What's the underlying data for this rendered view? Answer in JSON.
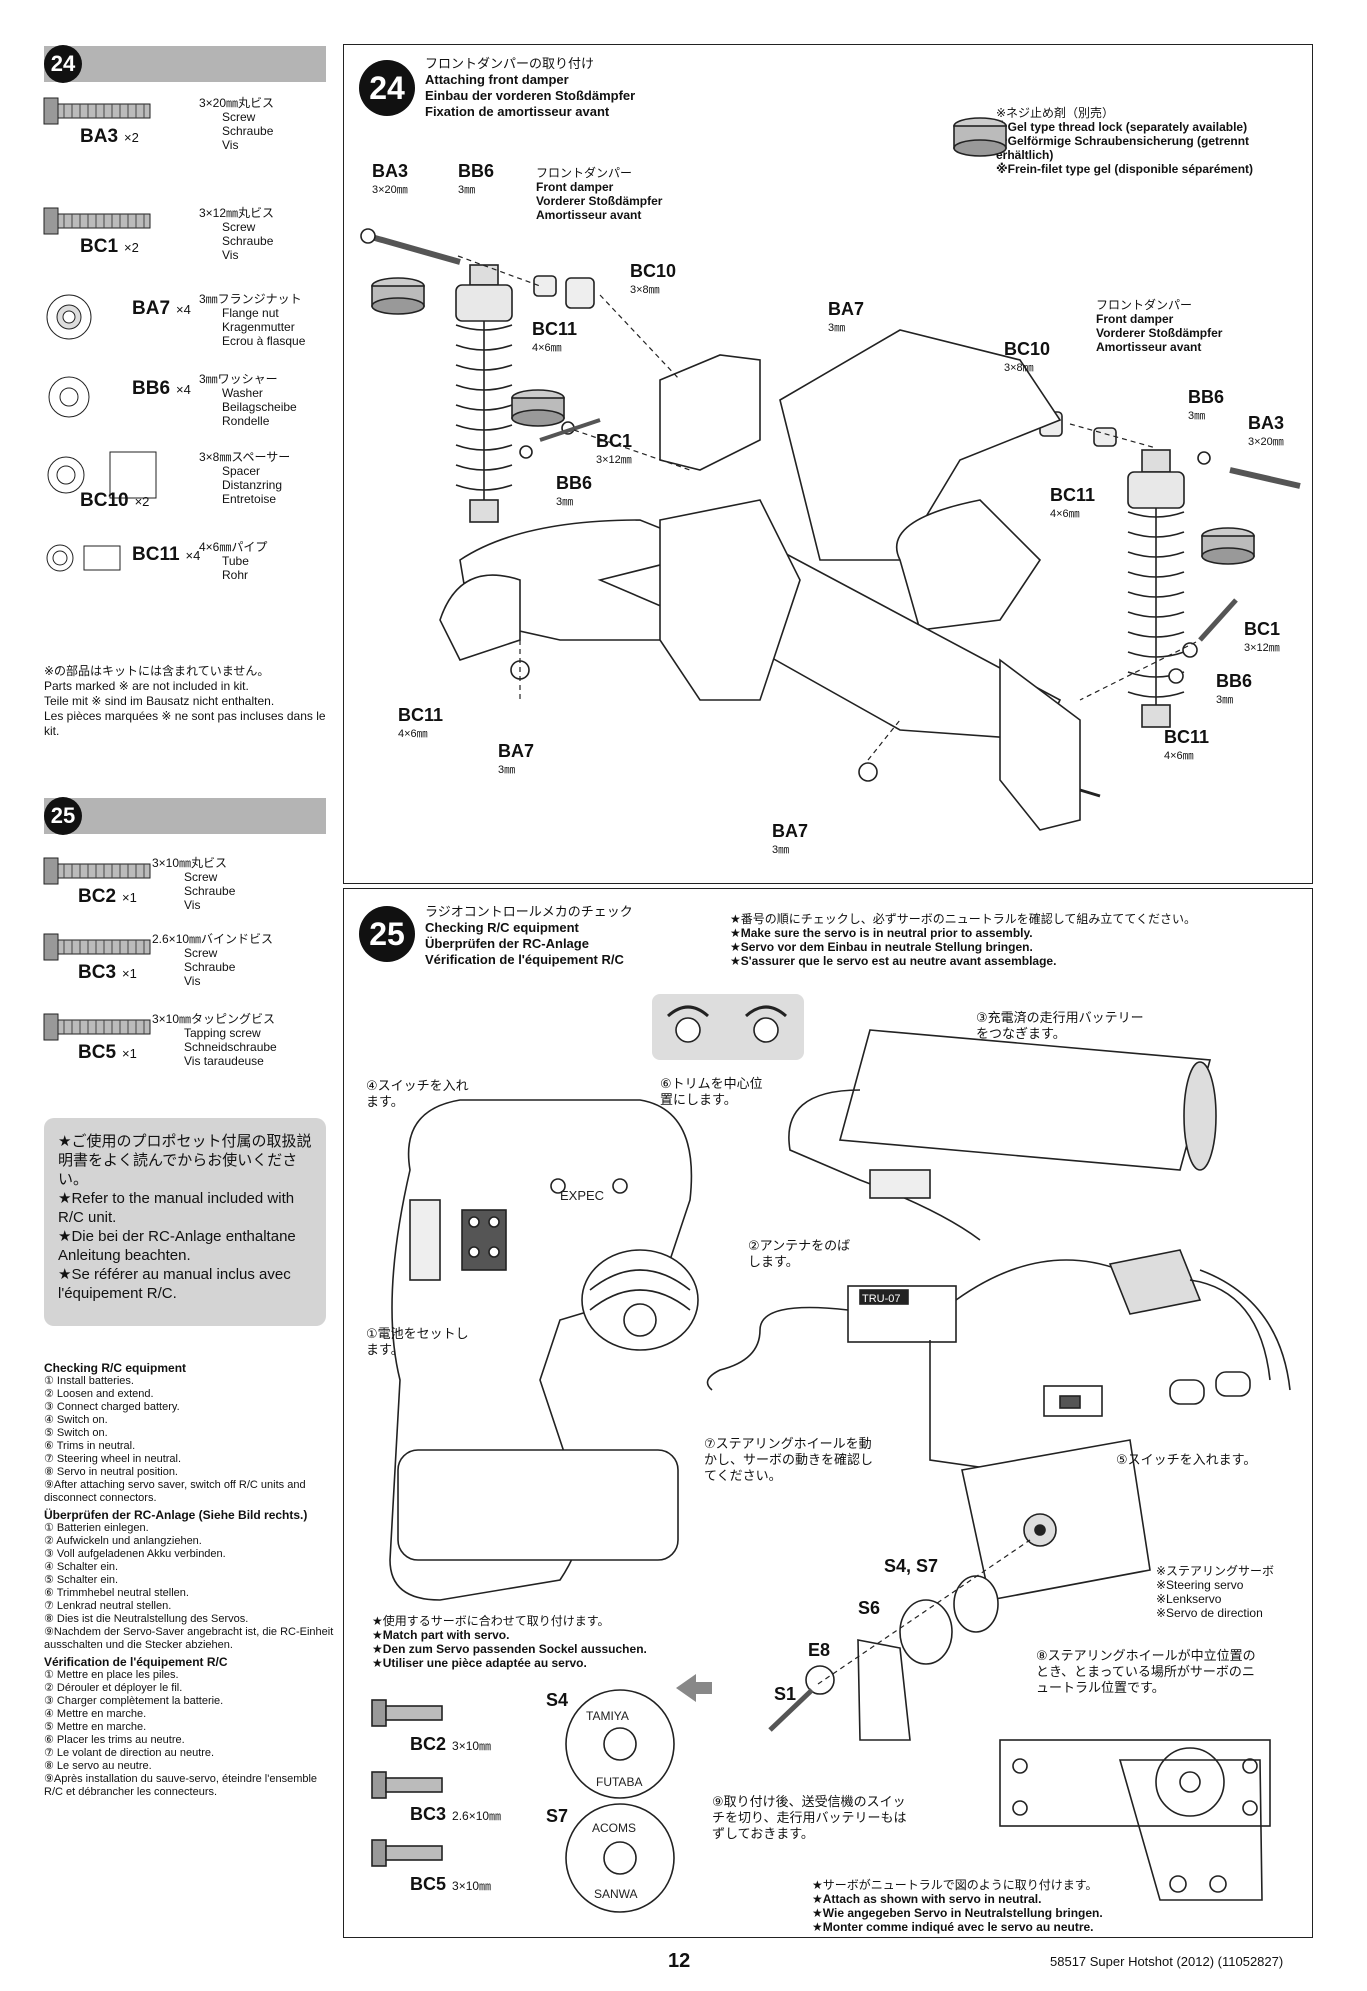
{
  "step24_parts": {
    "step_number": "24",
    "items": [
      {
        "code": "BA3",
        "qty": "×2",
        "spec": "3×20㎜丸ビス",
        "names": [
          "Screw",
          "Schraube",
          "Vis"
        ]
      },
      {
        "code": "BC1",
        "qty": "×2",
        "spec": "3×12㎜丸ビス",
        "names": [
          "Screw",
          "Schraube",
          "Vis"
        ]
      },
      {
        "code": "BA7",
        "qty": "×4",
        "spec": "3㎜フランジナット",
        "names": [
          "Flange nut",
          "Kragenmutter",
          "Ecrou à flasque"
        ]
      },
      {
        "code": "BB6",
        "qty": "×4",
        "spec": "3㎜ワッシャー",
        "names": [
          "Washer",
          "Beilagscheibe",
          "Rondelle"
        ]
      },
      {
        "code": "BC10",
        "qty": "×2",
        "spec": "3×8㎜スペーサー",
        "names": [
          "Spacer",
          "Distanzring",
          "Entretoise"
        ]
      },
      {
        "code": "BC11",
        "qty": "×4",
        "spec": "4×6㎜パイプ",
        "names": [
          "Tube",
          "Rohr"
        ]
      }
    ],
    "not_included": [
      "※の部品はキットには含まれていません。",
      "Parts marked ※ are not included in kit.",
      "Teile mit ※ sind im Bausatz nicht enthalten.",
      "Les pièces marquées ※ ne sont pas incluses dans le kit."
    ]
  },
  "step25_parts": {
    "step_number": "25",
    "items": [
      {
        "code": "BC2",
        "qty": "×1",
        "spec": "3×10㎜丸ビス",
        "names": [
          "Screw",
          "Schraube",
          "Vis"
        ]
      },
      {
        "code": "BC3",
        "qty": "×1",
        "spec": "2.6×10㎜バインドビス",
        "names": [
          "Screw",
          "Schraube",
          "Vis"
        ]
      },
      {
        "code": "BC5",
        "qty": "×1",
        "spec": "3×10㎜タッピングビス",
        "names": [
          "Tapping screw",
          "Schneidschraube",
          "Vis taraudeuse"
        ]
      }
    ],
    "manual_note": [
      "★ご使用のプロポセット付属の取扱説明書をよく読んでからお使いください。",
      "★Refer to the manual included with R/C unit.",
      "★Die bei der RC-Anlage enthaltane Anleitung beachten.",
      "★Se référer au manual inclus avec l'équipement R/C."
    ]
  },
  "checklists": [
    {
      "title": "Checking R/C equipment",
      "items": [
        "① Install batteries.",
        "② Loosen and extend.",
        "③ Connect charged battery.",
        "④ Switch on.",
        "⑤ Switch on.",
        "⑥ Trims in neutral.",
        "⑦ Steering wheel in neutral.",
        "⑧ Servo in neutral position.",
        "⑨After attaching servo saver, switch off R/C units and disconnect connectors."
      ]
    },
    {
      "title": "Überprüfen der RC-Anlage (Siehe Bild rechts.)",
      "items": [
        "① Batterien einlegen.",
        "② Aufwickeln und anlangziehen.",
        "③ Voll aufgeladenen Akku verbinden.",
        "④ Schalter ein.",
        "⑤ Schalter ein.",
        "⑥ Trimmhebel neutral stellen.",
        "⑦ Lenkrad neutral stellen.",
        "⑧ Dies ist die Neutralstellung des Servos.",
        "⑨Nachdem der Servo-Saver angebracht ist, die RC-Einheit ausschalten und die Stecker abziehen."
      ]
    },
    {
      "title": "Vérification de l'équipement R/C",
      "items": [
        "① Mettre en place les piles.",
        "② Dérouler et déployer le fil.",
        "③ Charger complètement la batterie.",
        "④ Mettre en marche.",
        "⑤ Mettre en marche.",
        "⑥ Placer les trims au neutre.",
        "⑦ Le volant de direction au neutre.",
        "⑧ Le servo au neutre.",
        "⑨Après installation du sauve-servo, éteindre l'ensemble R/C et débrancher les connecteurs."
      ]
    }
  ],
  "step24": {
    "number": "24",
    "titles": [
      "フロントダンパーの取り付け",
      "Attaching front damper",
      "Einbau der vorderen Stoßdämpfer",
      "Fixation de amortisseur avant"
    ],
    "gel_note": [
      "※ネジ止め剤（別売）",
      "※Gel type thread lock (separately available)",
      "※Gelförmige Schraubensicherung (getrennt erhältlich)",
      "※Frein-filet type gel (disponible séparément)"
    ],
    "damper_label": [
      "フロントダンパー",
      "Front damper",
      "Vorderer Stoßdämpfer",
      "Amortisseur avant"
    ],
    "callouts": {
      "ba3_left": "BA3",
      "ba3_left_size": "3×20㎜",
      "bb6_top": "BB6",
      "bb6_top_size": "3㎜",
      "bc10_left": "BC10",
      "bc10_left_size": "3×8㎜",
      "bc11_left": "BC11",
      "bc11_left_size": "4×6㎜",
      "ba7_top": "BA7",
      "ba7_top_size": "3㎜",
      "bc1_left": "BC1",
      "bc1_left_size": "3×12㎜",
      "bb6_left": "BB6",
      "bb6_left_size": "3㎜",
      "bc10_right": "BC10",
      "bc10_right_size": "3×8㎜",
      "bb6_right": "BB6",
      "bb6_right_size": "3㎜",
      "ba3_right": "BA3",
      "ba3_right_size": "3×20㎜",
      "bc11_right": "BC11",
      "bc11_right_size": "4×6㎜",
      "bc1_right": "BC1",
      "bc1_right_size": "3×12㎜",
      "bb6_right2": "BB6",
      "bb6_right2_size": "3㎜",
      "bc11_right2": "BC11",
      "bc11_right2_size": "4×6㎜",
      "bc11_bottom": "BC11",
      "bc11_bottom_size": "4×6㎜",
      "ba7_bottom": "BA7",
      "ba7_bottom_size": "3㎜",
      "ba7_bottom2": "BA7",
      "ba7_bottom2_size": "3㎜"
    }
  },
  "step25": {
    "number": "25",
    "titles": [
      "ラジオコントロールメカのチェック",
      "Checking R/C equipment",
      "Überprüfen der RC-Anlage",
      "Vérification de l'équipement R/C"
    ],
    "instructions": [
      "★番号の順にチェックし、必ずサーボのニュートラルを確認して組み立ててください。",
      "★Make sure the servo is in neutral prior to assembly.",
      "★Servo vor dem Einbau in neutrale Stellung bringen.",
      "★S'assurer que le servo est au neutre avant assemblage."
    ],
    "steps": {
      "s1": "①電池をセットします。",
      "s2": "②アンテナをのばします。",
      "s3": "③充電済の走行用バッテリーをつなぎます。",
      "s4": "④スイッチを入れます。",
      "s5": "⑤スイッチを入れます。",
      "s6": "⑥トリムを中心位置にします。",
      "s7": "⑦ステアリングホイールを動かし、サーボの動きを確認してください。",
      "s8": "⑧ステアリングホイールが中立位置のとき、とまっている場所がサーボのニュートラル位置です。",
      "s9": "⑨取り付け後、送受信機のスイッチを切り、走行用バッテリーもはずしておきます。"
    },
    "servo_label": [
      "※ステアリングサーボ",
      "※Steering servo",
      "※Lenkservo",
      "※Servo de direction"
    ],
    "match_note": [
      "★使用するサーボに合わせて取り付けます。",
      "★Match part with servo.",
      "★Den zum Servo passenden Sockel aussuchen.",
      "★Utiliser une pièce adaptée au servo."
    ],
    "attach_note": [
      "★サーボがニュートラルで図のように取り付けます。",
      "★Attach as shown with servo in neutral.",
      "★Wie angegeben Servo in Neutralstellung bringen.",
      "★Monter comme indiqué avec le servo au neutre."
    ],
    "parts": {
      "s4s7": "S4, S7",
      "s6": "S6",
      "e8": "E8",
      "s1": "S1",
      "s4": "S4",
      "s7": "S7",
      "bc2": "BC2",
      "bc2_size": "3×10㎜",
      "bc3": "BC3",
      "bc3_size": "2.6×10㎜",
      "bc5": "BC5",
      "bc5_size": "3×10㎜",
      "disc_s4": [
        "TAMIYA",
        "FUTABA"
      ],
      "disc_s7": [
        "ACOMS",
        "SANWA"
      ]
    },
    "device_text": {
      "receiver": "TRU-07",
      "transmitter": "EXPEC"
    }
  },
  "footer": {
    "page": "12",
    "doc": "58517 Super Hotshot (2012) (11052827)"
  }
}
